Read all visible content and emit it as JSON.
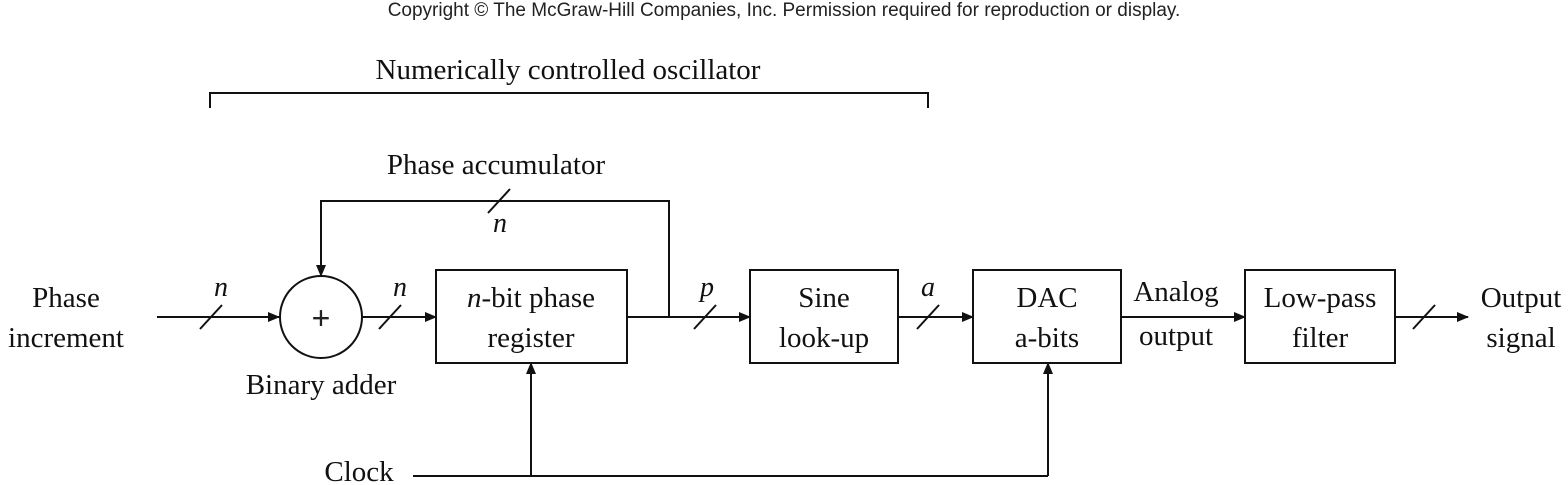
{
  "copyright": "Copyright © The McGraw-Hill Companies, Inc. Permission required for reproduction or display.",
  "nco_label": "Numerically controlled oscillator",
  "accumulator_label": "Phase accumulator",
  "input": {
    "line1": "Phase",
    "line2": "increment"
  },
  "adder": {
    "symbol": "+",
    "label": "Binary adder"
  },
  "register": {
    "line1_italic": "n",
    "line1_rest": "-bit phase",
    "line2": "register"
  },
  "sine": {
    "line1": "Sine",
    "line2": "look-up"
  },
  "dac": {
    "line1": "DAC",
    "line2": "a-bits"
  },
  "analog": {
    "line1": "Analog",
    "line2": "output"
  },
  "filter": {
    "line1": "Low-pass",
    "line2": "filter"
  },
  "output": {
    "line1": "Output",
    "line2": "signal"
  },
  "clock_label": "Clock",
  "bus_widths": {
    "input": "n",
    "adder_out": "n",
    "feedback": "n",
    "phase": "p",
    "amplitude": "a"
  }
}
